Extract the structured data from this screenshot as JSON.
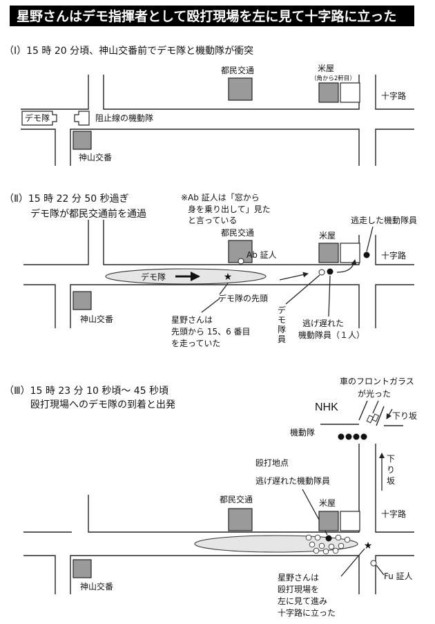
{
  "title": "星野さんはデモ指揮者として殴打現場を左に見て十字路に立った",
  "panel1": {
    "heading": "（Ⅰ）15 時 20 分頃、神山交番前でデモ隊と機動隊が衝突",
    "tomin": "都民交通",
    "kome": "米屋",
    "kome_note": "（角から2軒目）",
    "crossroad": "十字路",
    "demo": "デモ隊",
    "riot_line": "阻止線の機動隊",
    "koban": "神山交番"
  },
  "panel2": {
    "heading1": "（Ⅱ）15 時 22 分 50 秒過ぎ",
    "heading2": "デモ隊が都民交通前を通過",
    "note1": "※Ab 証人は「窓から",
    "note2": "身を乗り出して」見た",
    "note3": "と言っている",
    "tomin": "都民交通",
    "ab_witness": "Ab 証人",
    "kome": "米屋",
    "fled": "逃走した機動隊員",
    "crossroad": "十字路",
    "demo": "デモ隊",
    "koban": "神山交番",
    "demo_head": "デモ隊の先頭",
    "demo_member_v": [
      "デ",
      "モ",
      "隊",
      "員"
    ],
    "left_behind1": "逃げ遅れた",
    "left_behind2": "機動隊員（１人）",
    "hoshino1": "星野さんは",
    "hoshino2": "先頭から 15、6 番目",
    "hoshino3": "を走っていた"
  },
  "panel3": {
    "heading1": "（Ⅲ）15 時 23 分 10 秒頃～ 45 秒頃",
    "heading2": "殴打現場へのデモ隊の到着と出発",
    "windshield1": "車のフロントガラス",
    "windshield2": "が光った",
    "nhk": "NHK",
    "downhill": "下り坂",
    "downhill_v": [
      "下",
      "り",
      "坂"
    ],
    "riot": "機動隊",
    "beating": "殴打地点",
    "left_behind": "逃げ遅れた機動隊員",
    "tomin": "都民交通",
    "kome": "米屋",
    "crossroad": "十字路",
    "koban": "神山交番",
    "fu_witness": "Fu 証人",
    "hoshino1": "星野さんは",
    "hoshino2": "殴打現場を",
    "hoshino3": "左に見て進み",
    "hoshino4": "十字路に立った"
  }
}
